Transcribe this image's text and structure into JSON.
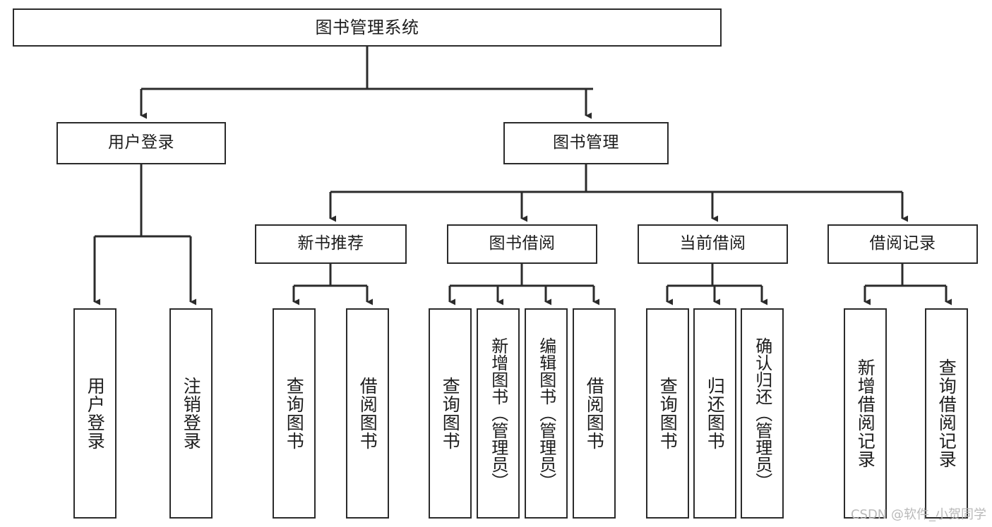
{
  "diagram": {
    "title": "图书管理系统",
    "type": "功能结构图",
    "watermark": "CSDN @软件_小贺同学",
    "colors": {
      "stroke": "#2b2b2b",
      "fill": "#ffffff",
      "text": "#1d1d1d",
      "watermark": "#b9b9b9"
    },
    "root": {
      "label": "图书管理系统"
    },
    "tier2": [
      {
        "label": "用户登录"
      },
      {
        "label": "图书管理"
      }
    ],
    "tier3": [
      {
        "label": "新书推荐"
      },
      {
        "label": "图书借阅"
      },
      {
        "label": "当前借阅"
      },
      {
        "label": "借阅记录"
      }
    ],
    "leaves": {
      "user_login": [
        {
          "label": "用户登录"
        },
        {
          "label": "注销登录"
        }
      ],
      "new_book_recommend": [
        {
          "label": "查询图书"
        },
        {
          "label": "借阅图书"
        }
      ],
      "book_borrow": [
        {
          "label": "查询图书"
        },
        {
          "label": "新增图书（管理员）"
        },
        {
          "label": "编辑图书（管理员）"
        },
        {
          "label": "借阅图书"
        }
      ],
      "current_borrow": [
        {
          "label": "查询图书"
        },
        {
          "label": "归还图书"
        },
        {
          "label": "确认归还（管理员）"
        }
      ],
      "borrow_record": [
        {
          "label": "新增借阅记录"
        },
        {
          "label": "查询借阅记录"
        }
      ]
    }
  }
}
